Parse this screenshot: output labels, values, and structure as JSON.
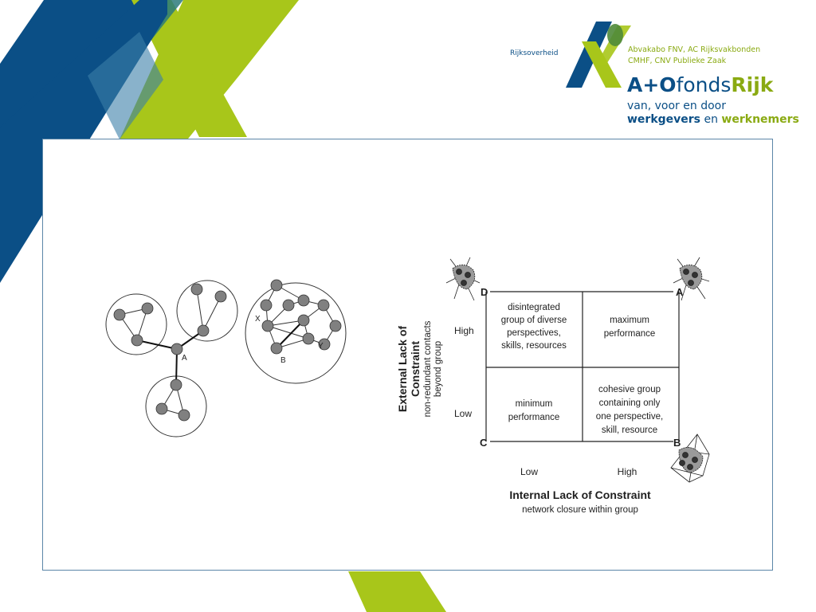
{
  "logo": {
    "ministry": "Rijksoverheid",
    "unions_line1": "Abvakabo FNV, AC Rijksvakbonden",
    "unions_line2": "CMHF, CNV Publieke Zaak",
    "fund_a_o": "A+O",
    "fund_fonds": "fonds",
    "fund_rijk": "Rijk",
    "tagline1": "van, voor en door",
    "tagline2_a": "werkgevers",
    "tagline2_b": " en ",
    "tagline2_c": "werknemers",
    "colors": {
      "blue": "#0b4f86",
      "green": "#a8c61a"
    }
  },
  "network": {
    "labels": {
      "a": "A",
      "b": "B",
      "x": "X",
      "y": "Y"
    }
  },
  "matrix": {
    "corners": {
      "d": "D",
      "a": "A",
      "c": "C",
      "b": "B"
    },
    "y_axis_title_1": "External Lack of",
    "y_axis_title_2": "Constraint",
    "y_axis_sub_1": "non-redundant contacts",
    "y_axis_sub_2": "beyond group",
    "y_high": "High",
    "y_low": "Low",
    "x_low": "Low",
    "x_high": "High",
    "x_axis_title": "Internal Lack of Constraint",
    "x_axis_sub": "network closure within group",
    "cells": {
      "top_left": [
        "disintegrated",
        "group of diverse",
        "perspectives,",
        "skills, resources"
      ],
      "top_right": [
        "maximum",
        "performance"
      ],
      "bottom_left": [
        "minimum",
        "performance"
      ],
      "bottom_right": [
        "cohesive group",
        "containing only",
        "one perspective,",
        "skill, resource"
      ]
    }
  }
}
